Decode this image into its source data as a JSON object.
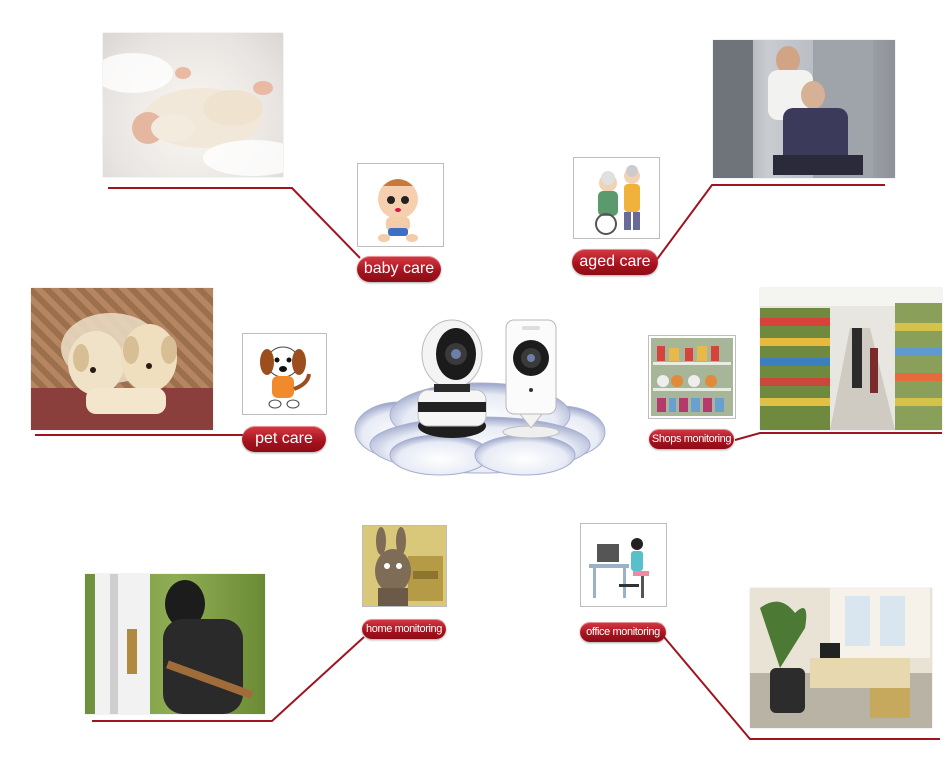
{
  "labels": {
    "baby_care": "baby care",
    "aged_care": "aged care",
    "pet_care": "pet care",
    "shops_monitoring": "Shops monitoring",
    "home_monitoring": "home monitoring",
    "office_monitoring": "office monitoring"
  },
  "colors": {
    "accent_red": "#b51a24",
    "line_red": "#9e1520"
  }
}
